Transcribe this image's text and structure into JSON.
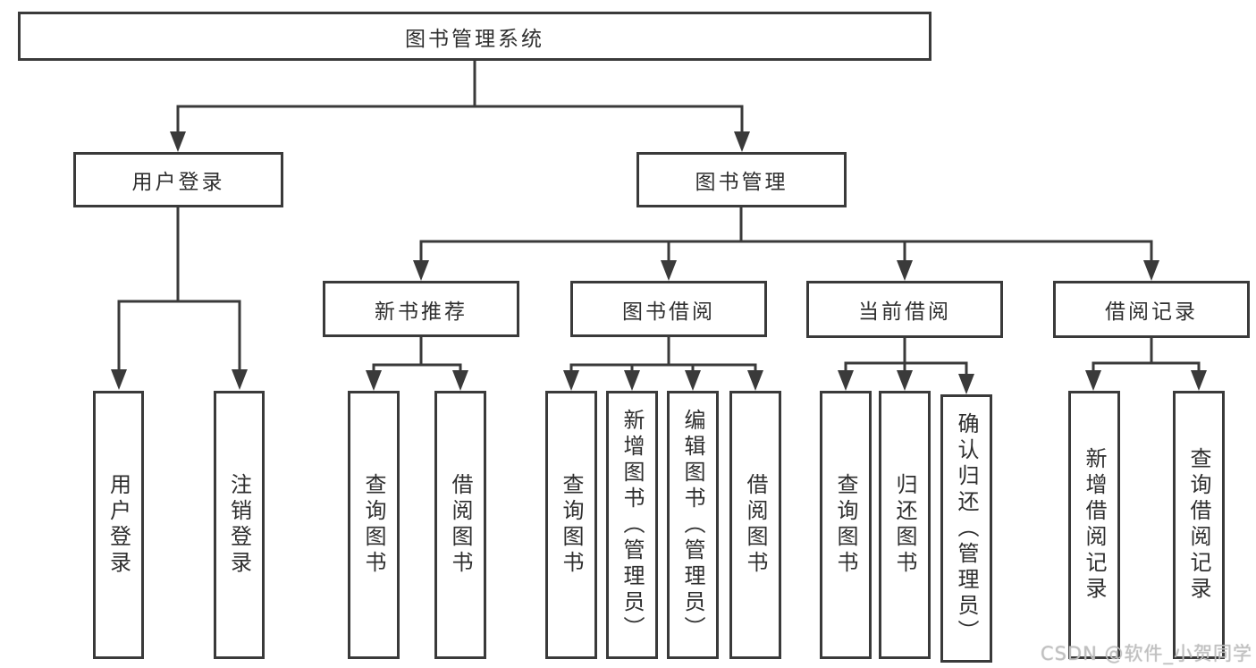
{
  "diagram": {
    "root": {
      "label": "图书管理系统"
    },
    "level2": [
      {
        "label": "用户登录"
      },
      {
        "label": "图书管理"
      }
    ],
    "level3": [
      {
        "label": "新书推荐"
      },
      {
        "label": "图书借阅"
      },
      {
        "label": "当前借阅"
      },
      {
        "label": "借阅记录"
      }
    ],
    "leaves": {
      "user_login": [
        {
          "label": "用户登录"
        },
        {
          "label": "注销登录"
        }
      ],
      "new_book_recommend": [
        {
          "label": "查询图书"
        },
        {
          "label": "借阅图书"
        }
      ],
      "book_borrow": [
        {
          "label": "查询图书"
        },
        {
          "label": "新增图书（管理员）"
        },
        {
          "label": "编辑图书（管理员）"
        },
        {
          "label": "借阅图书"
        }
      ],
      "current_borrow": [
        {
          "label": "查询图书"
        },
        {
          "label": "归还图书"
        },
        {
          "label": "确认归还（管理员）"
        }
      ],
      "borrow_record": [
        {
          "label": "新增借阅记录"
        },
        {
          "label": "查询借阅记录"
        }
      ]
    }
  },
  "colors": {
    "line": "#3a3a3a",
    "background": "#ffffff"
  },
  "watermark": "CSDN @软件_小贺同学"
}
